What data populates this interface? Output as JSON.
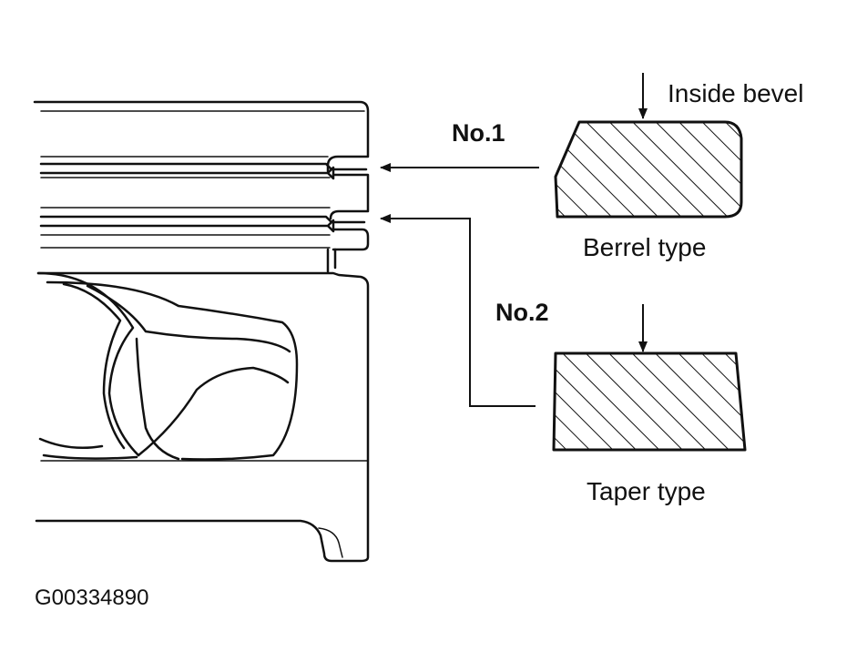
{
  "labels": {
    "inside_bevel": "Inside bevel",
    "ring1": "No.1",
    "ring1_type": "Berrel type",
    "ring2": "No.2",
    "ring2_type": "Taper type",
    "figure_code": "G00334890"
  },
  "colors": {
    "ink": "#111111",
    "background": "#ffffff"
  }
}
